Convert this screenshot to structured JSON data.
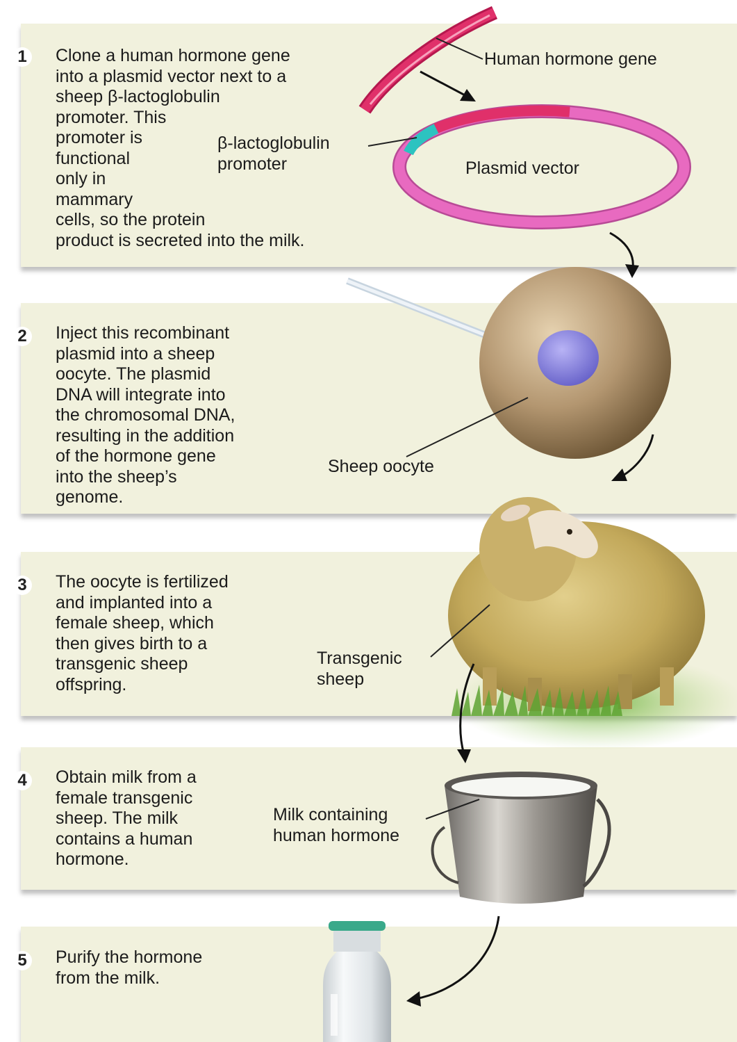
{
  "steps": [
    {
      "number": "1",
      "text": "Clone a human hormone gene\ninto a plasmid vector next to a\nsheep β-lactoglobulin\npromoter. This\npromoter is\nfunctional\nonly in\nmammary\ncells, so the protein\nproduct is secreted into the milk."
    },
    {
      "number": "2",
      "text": "Inject this recombinant\nplasmid into a sheep\noocyte. The plasmid\nDNA will integrate into\nthe chromosomal DNA,\nresulting in the addition\nof the hormone gene\ninto the sheep’s\ngenome."
    },
    {
      "number": "3",
      "text": "The oocyte is fertilized\nand implanted into a\nfemale sheep, which\nthen gives birth to a\ntransgenic sheep\noffspring."
    },
    {
      "number": "4",
      "text": "Obtain milk from a\nfemale transgenic\nsheep. The milk\ncontains a human\nhormone."
    },
    {
      "number": "5",
      "text": "Purify the hormone\nfrom the milk."
    }
  ],
  "labels": {
    "human_hormone_gene": "Human hormone gene",
    "promoter": "β-lactoglobulin\npromoter",
    "plasmid_vector": "Plasmid vector",
    "sheep_oocyte": "Sheep oocyte",
    "transgenic_sheep": "Transgenic\nsheep",
    "milk": "Milk containing\nhuman hormone"
  },
  "colors": {
    "panel": "#f1f1dd",
    "gene": "#e0306a",
    "plasmid": "#e86ac0",
    "promoter": "#2cc3c0",
    "oocyte": "#a68a63",
    "nucleus": "#8c86e0"
  }
}
